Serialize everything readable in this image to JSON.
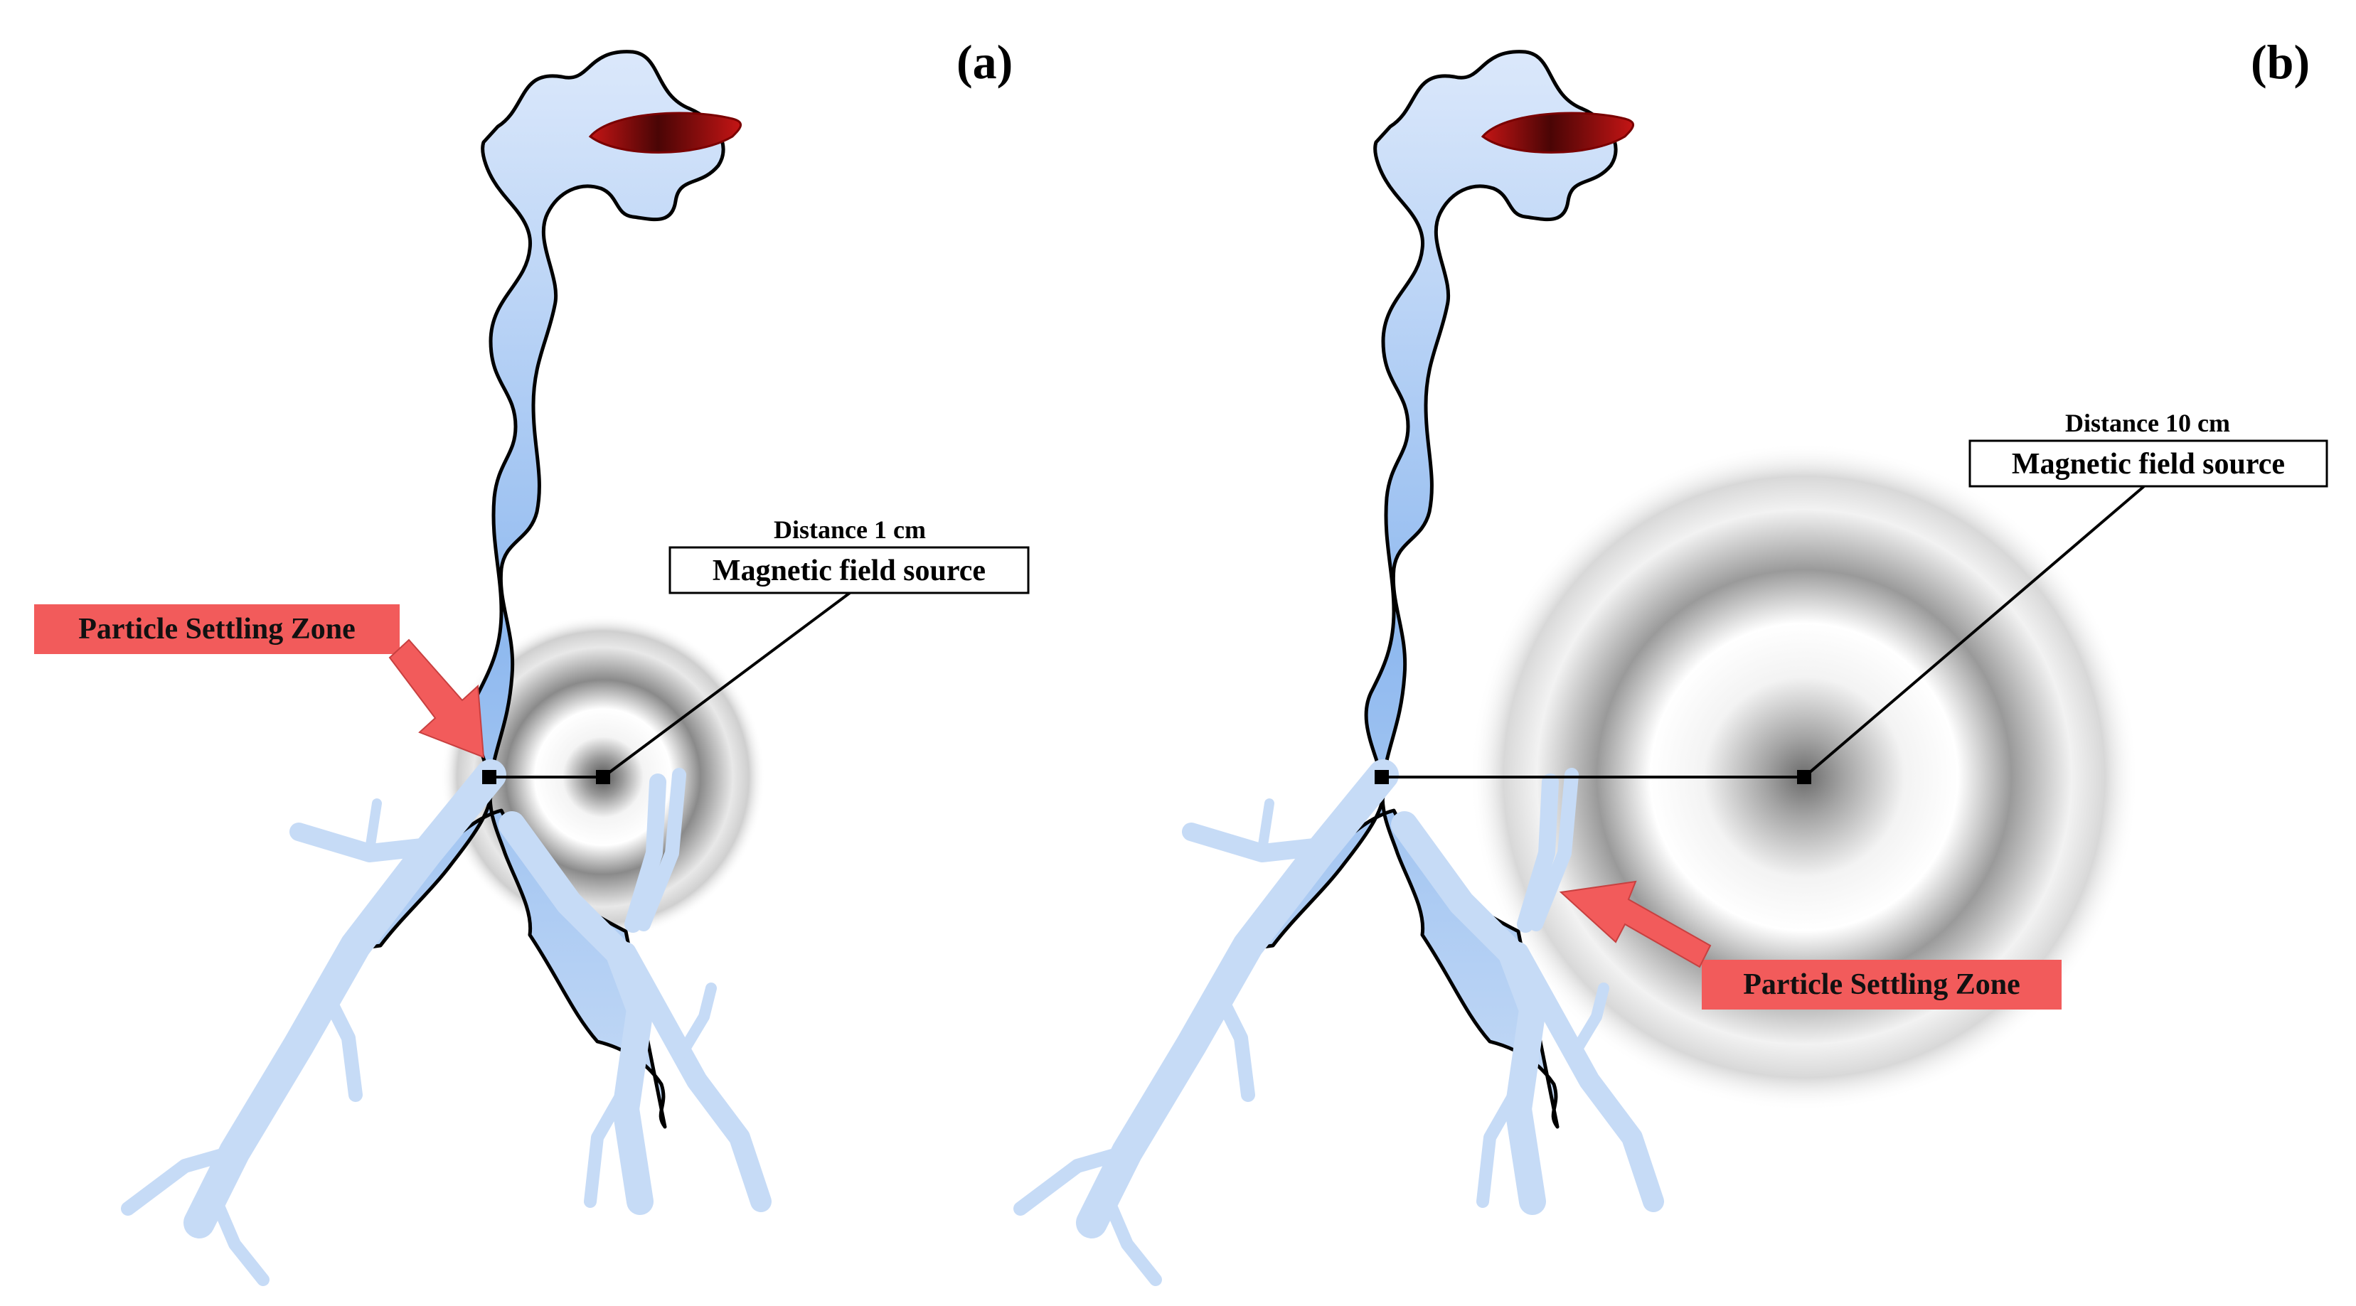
{
  "panels": [
    {
      "id": "a",
      "label": "(a)",
      "distance_label": "Distance 1 cm",
      "source_label": "Magnetic field source",
      "zone_label": "Particle Settling Zone"
    },
    {
      "id": "b",
      "label": "(b)",
      "distance_label": "Distance 10 cm",
      "source_label": "Magnetic field source",
      "zone_label": "Particle Settling Zone"
    }
  ],
  "colors": {
    "airway_light": "#d6e6fa",
    "airway_dark": "#8fb7ee",
    "outline": "#000000",
    "nasal_red": "#b01010",
    "zone_box": "#f25b5b",
    "field_gray": "#7a7a7a"
  }
}
